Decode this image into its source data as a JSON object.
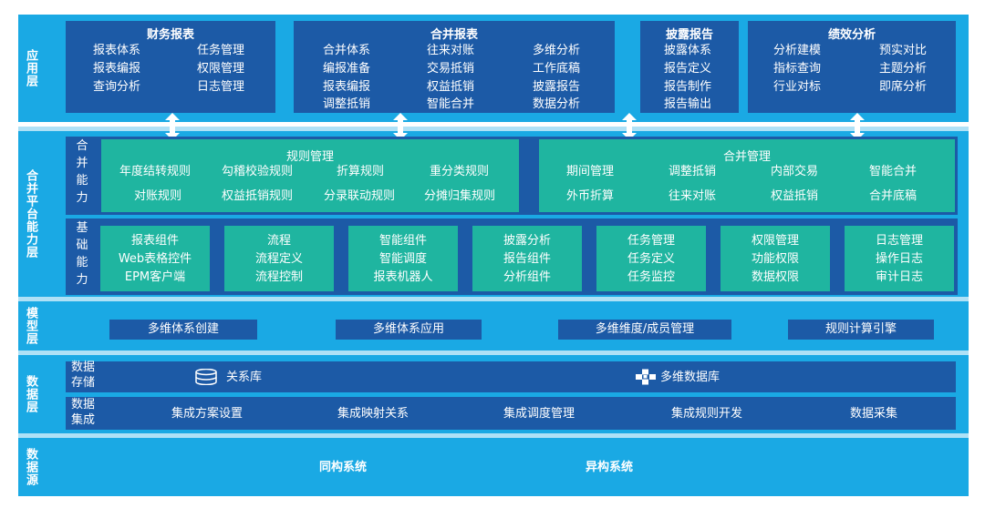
{
  "layers": {
    "application": "应用层",
    "consolidation_platform": "合并平台能力层",
    "model": "模型层",
    "data": "数据层",
    "data_source": "数据源"
  },
  "app_modules": [
    {
      "title": "财务报表",
      "items": [
        "报表体系",
        "任务管理",
        "报表编报",
        "权限管理",
        "查询分析",
        "日志管理"
      ]
    },
    {
      "title": "合并报表",
      "items": [
        "合并体系",
        "往来对账",
        "多维分析",
        "编报准备",
        "交易抵销",
        "工作底稿",
        "报表编报",
        "权益抵销",
        "披露报告",
        "调整抵销",
        "智能合并",
        "数据分析"
      ]
    },
    {
      "title": "披露报告",
      "items": [
        "披露体系",
        "报告定义",
        "报告制作",
        "报告输出"
      ]
    },
    {
      "title": "绩效分析",
      "items": [
        "分析建模",
        "预实对比",
        "指标查询",
        "主题分析",
        "行业对标",
        "即席分析"
      ]
    }
  ],
  "consolidation": {
    "label": "合并能力",
    "rules": {
      "title": "规则管理",
      "items": [
        "年度结转规则",
        "勾稽校验规则",
        "折算规则",
        "重分类规则",
        "对账规则",
        "权益抵销规则",
        "分录联动规则",
        "分摊归集规则"
      ]
    },
    "merge": {
      "title": "合并管理",
      "items": [
        "期间管理",
        "调整抵销",
        "内部交易",
        "智能合并",
        "外币折算",
        "往来对账",
        "权益抵销",
        "合并底稿"
      ]
    }
  },
  "basic": {
    "label": "基础能力",
    "groups": [
      [
        "报表组件",
        "Web表格控件",
        "EPM客户端"
      ],
      [
        "流程",
        "流程定义",
        "流程控制"
      ],
      [
        "智能组件",
        "智能调度",
        "报表机器人"
      ],
      [
        "披露分析",
        "报告组件",
        "分析组件"
      ],
      [
        "任务管理",
        "任务定义",
        "任务监控"
      ],
      [
        "权限管理",
        "功能权限",
        "数据权限"
      ],
      [
        "日志管理",
        "操作日志",
        "审计日志"
      ]
    ]
  },
  "model_items": [
    "多维体系创建",
    "多维体系应用",
    "多维维度/成员管理",
    "规则计算引擎"
  ],
  "data_layer": {
    "storage_label": "数据存储",
    "storage": [
      "关系库",
      "多维数据库"
    ],
    "integration_label": "数据集成",
    "integration": [
      "集成方案设置",
      "集成映射关系",
      "集成调度管理",
      "集成规则开发",
      "数据采集"
    ]
  },
  "sources": [
    "同构系统",
    "异构系统"
  ],
  "icons": {
    "relational": "database-icon",
    "multidim": "cubes-icon",
    "arrow": "double-arrow-icon"
  },
  "colors": {
    "band": "#1aa9e4",
    "navy": "#1c5aa6",
    "teal": "#1fb5a0",
    "separator": "#ffffff"
  }
}
